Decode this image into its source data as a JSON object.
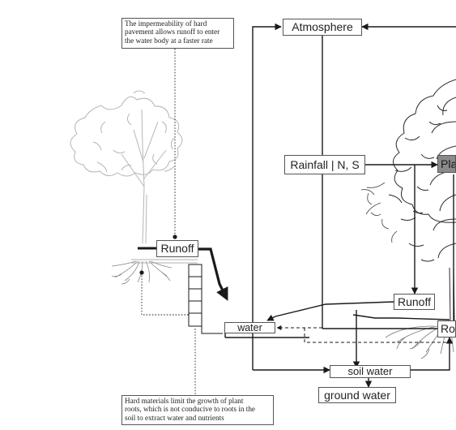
{
  "annotations": {
    "top_note": [
      "The impermeability of hard",
      "pavement allows runoff to enter",
      "the water body at a faster rate"
    ],
    "bottom_note": [
      "Hard materials limit the growth of plant",
      "roots, which is not conducive to roots in the",
      "soil to extract water and nutrients"
    ]
  },
  "nodes": {
    "atmosphere": "Atmosphere",
    "rainfall": "Rainfall | N, S",
    "plant_partial": "Pla",
    "runoff_left": "Runoff",
    "runoff_right": "Runoff",
    "roots_partial": "Ro",
    "water": "water",
    "soil_water": "soil water",
    "ground_water": "ground water"
  },
  "icons": {
    "left_tree": "tree-sketch-icon",
    "right_tree": "dense-tree-sketch-icon",
    "roots": "root-system-icon"
  },
  "colors": {
    "line": "#1a1a1a",
    "box_border": "#555555",
    "plant_box_fill": "#8a8a8a",
    "left_tree_ink": "#b5b5b5",
    "right_tree_ink": "#2a2a2a"
  }
}
